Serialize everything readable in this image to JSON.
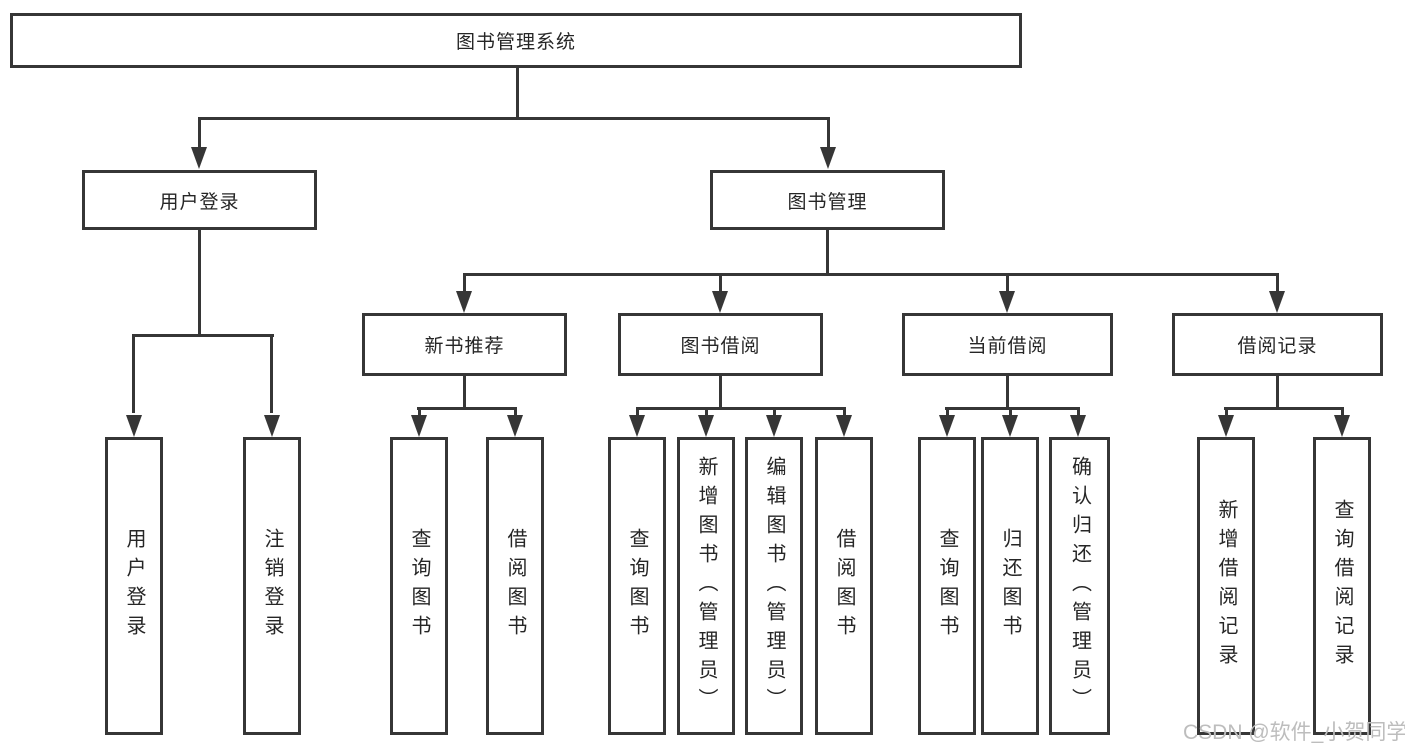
{
  "colors": {
    "background": "#ffffff",
    "line": "#363636",
    "box_border": "#363636",
    "text": "#262626",
    "watermark": "#bdbdbd"
  },
  "tree": {
    "root": {
      "label": "图书管理系统"
    },
    "branches": [
      {
        "label": "用户登录",
        "leaves": [
          {
            "label": "用户登录"
          },
          {
            "label": "注销登录"
          }
        ]
      },
      {
        "label": "图书管理",
        "groups": [
          {
            "label": "新书推荐",
            "leaves": [
              {
                "label": "查询图书"
              },
              {
                "label": "借阅图书"
              }
            ]
          },
          {
            "label": "图书借阅",
            "leaves": [
              {
                "label": "查询图书"
              },
              {
                "label": "新增图书（管理员）"
              },
              {
                "label": "编辑图书（管理员）"
              },
              {
                "label": "借阅图书"
              }
            ]
          },
          {
            "label": "当前借阅",
            "leaves": [
              {
                "label": "查询图书"
              },
              {
                "label": "归还图书"
              },
              {
                "label": "确认归还（管理员）"
              }
            ]
          },
          {
            "label": "借阅记录",
            "leaves": [
              {
                "label": "新增借阅记录"
              },
              {
                "label": "查询借阅记录"
              }
            ]
          }
        ]
      }
    ]
  },
  "watermark": {
    "text": "CSDN @软件_小贺同学"
  }
}
